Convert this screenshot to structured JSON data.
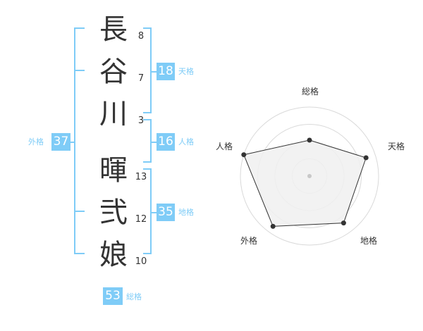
{
  "name": {
    "chars": [
      {
        "char": "長",
        "strokes": "8"
      },
      {
        "char": "谷",
        "strokes": "7"
      },
      {
        "char": "川",
        "strokes": "3"
      },
      {
        "char": "暉",
        "strokes": "13"
      },
      {
        "char": "弐",
        "strokes": "12"
      },
      {
        "char": "娘",
        "strokes": "10"
      }
    ]
  },
  "kaku": {
    "ten": {
      "value": "18",
      "label": "天格"
    },
    "jin": {
      "value": "16",
      "label": "人格"
    },
    "chi": {
      "value": "35",
      "label": "地格"
    },
    "gai": {
      "value": "37",
      "label": "外格"
    },
    "souka": {
      "value": "53",
      "label": "総格"
    }
  },
  "colors": {
    "accent": "#7fccf7",
    "text": "#333333",
    "grid": "#d9d9d9",
    "fill": "#f0f0f0"
  },
  "chart_data": {
    "type": "radar",
    "axes": [
      "総格",
      "天格",
      "地格",
      "外格",
      "人格"
    ],
    "levels": 4,
    "max": 5,
    "values": [
      2.6,
      4.3,
      4.2,
      4.5,
      5.0
    ]
  }
}
